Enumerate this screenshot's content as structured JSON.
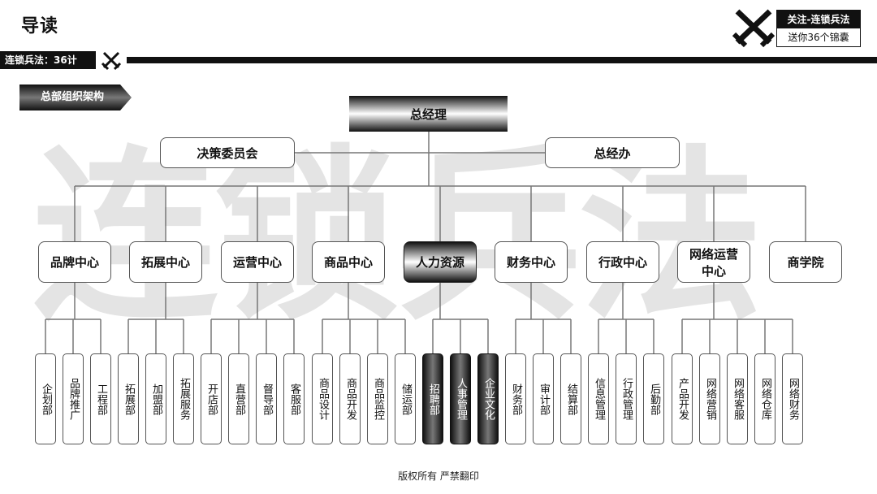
{
  "header": {
    "title": "导读",
    "tag": "连锁兵法：36计"
  },
  "promo": {
    "line1": "关注-连锁兵法",
    "line2": "送你36个锦囊"
  },
  "section": {
    "label": "总部组织架构"
  },
  "watermark": "连锁兵法",
  "org": {
    "ceo": "总经理",
    "committee": "决策委员会",
    "office": "总经办",
    "centers": [
      {
        "name": "品牌中心",
        "subs": [
          "企划部",
          "品牌推广",
          "工程部"
        ]
      },
      {
        "name": "拓展中心",
        "subs": [
          "拓展部",
          "加盟部",
          "拓展服务"
        ]
      },
      {
        "name": "运营中心",
        "subs": [
          "开店部",
          "直营部",
          "督导部",
          "客服部"
        ]
      },
      {
        "name": "商品中心",
        "subs": [
          "商品设计",
          "商品开发",
          "商品监控",
          "储运部"
        ]
      },
      {
        "name": "人力资源",
        "subs": [
          "招聘部",
          "人事管理",
          "企业文化"
        ]
      },
      {
        "name": "财务中心",
        "subs": [
          "财务部",
          "审计部",
          "结算部"
        ]
      },
      {
        "name": "行政中心",
        "subs": [
          "信息管理",
          "行政管理",
          "后勤部"
        ]
      },
      {
        "name": "网络运营中心",
        "subs": [
          "产品开发",
          "网络营销",
          "网络客服",
          "网络仓库",
          "网络财务"
        ]
      },
      {
        "name": "商学院",
        "subs": []
      }
    ]
  },
  "footer": "版权所有 严禁翻印",
  "colors": {
    "primary": "#111111",
    "line": "#777777",
    "watermark": "#e4e4e4"
  }
}
